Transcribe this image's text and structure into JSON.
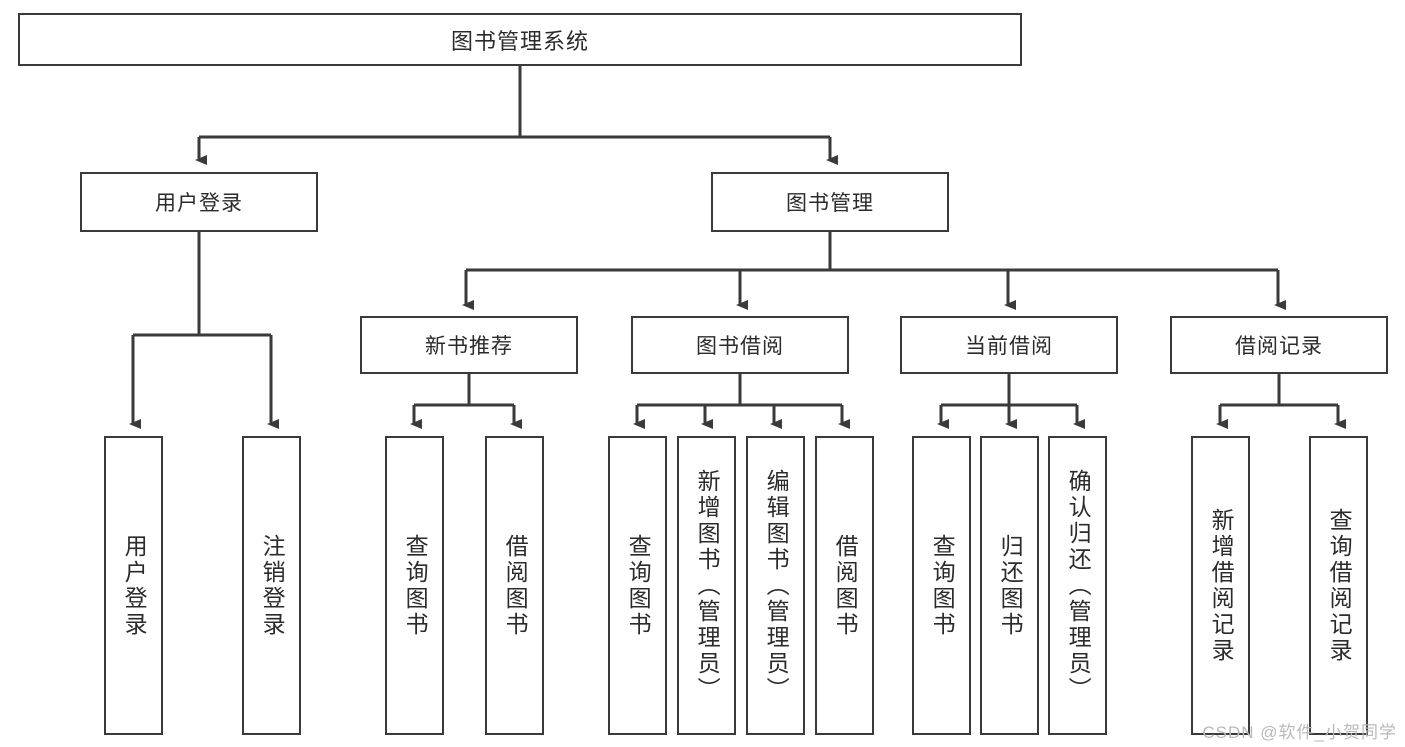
{
  "diagram": {
    "title": "图书管理系统",
    "root": {
      "label": "图书管理系统"
    },
    "level2": [
      {
        "label": "用户登录"
      },
      {
        "label": "图书管理"
      }
    ],
    "level3": [
      {
        "label": "新书推荐"
      },
      {
        "label": "图书借阅"
      },
      {
        "label": "当前借阅"
      },
      {
        "label": "借阅记录"
      }
    ],
    "leaves": {
      "user_login": [
        {
          "label": "用户登录"
        },
        {
          "label": "注销登录"
        }
      ],
      "new_book": [
        {
          "label": "查询图书"
        },
        {
          "label": "借阅图书"
        }
      ],
      "book_borrow": [
        {
          "label": "查询图书"
        },
        {
          "label": "新增图书（管理员）"
        },
        {
          "label": "编辑图书（管理员）"
        },
        {
          "label": "借阅图书"
        }
      ],
      "current_borrow": [
        {
          "label": "查询图书"
        },
        {
          "label": "归还图书"
        },
        {
          "label": "确认归还（管理员）"
        }
      ],
      "borrow_record": [
        {
          "label": "新增借阅记录"
        },
        {
          "label": "查询借阅记录"
        }
      ]
    }
  },
  "watermark": {
    "text": "CSDN @软件_小贺同学"
  },
  "colors": {
    "border": "#3a3a3a",
    "text": "#2b2b2b",
    "background": "#ffffff",
    "watermark": "#b9b9b9"
  }
}
